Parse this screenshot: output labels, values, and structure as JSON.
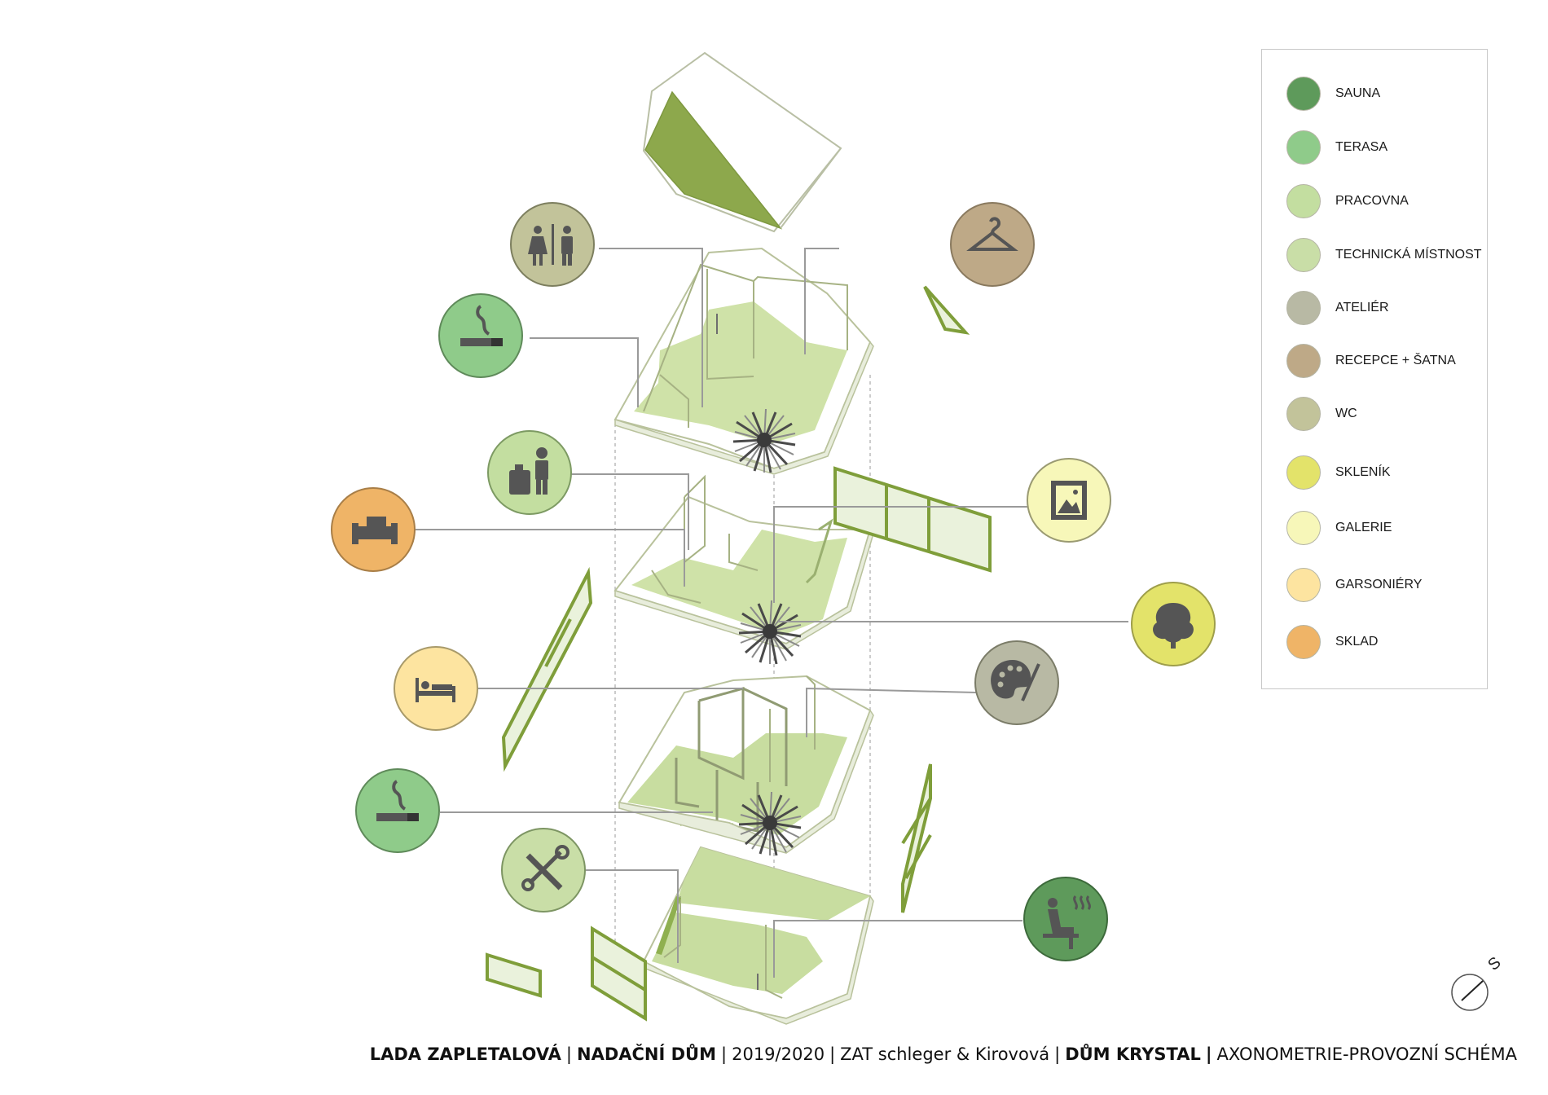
{
  "legend": {
    "items": [
      {
        "label": "SAUNA",
        "color": "#5e9a5b",
        "icon": "sauna-icon"
      },
      {
        "label": "TERASA",
        "color": "#8fcb8a",
        "icon": "cigarette-icon"
      },
      {
        "label": "PRACOVNA",
        "color": "#c3dea0",
        "icon": "office-worker-icon"
      },
      {
        "label": "TECHNICKÁ MÍSTNOST",
        "color": "#c9dea7",
        "icon": "tools-icon"
      },
      {
        "label": "ATELIÉR",
        "color": "#b8b9a4",
        "icon": "palette-icon"
      },
      {
        "label": "RECEPCE + ŠATNA",
        "color": "#bea987",
        "icon": "hanger-icon"
      },
      {
        "label": "WC",
        "color": "#c2c39a",
        "icon": "toilet-icon"
      },
      {
        "label": "SKLENÍK",
        "color": "#e3e36a",
        "icon": "tree-icon"
      },
      {
        "label": "GALERIE",
        "color": "#f7f7b9",
        "icon": "picture-icon"
      },
      {
        "label": "GARSONIÉRY",
        "color": "#fde4a0",
        "icon": "bed-icon"
      },
      {
        "label": "SKLAD",
        "color": "#efb467",
        "icon": "sofa-icon"
      }
    ]
  },
  "footer": {
    "author": "LADA ZAPLETALOVÁ",
    "project": "NADAČNÍ DŮM",
    "year": "2019/2020",
    "studio": "ZAT schleger & Kirovová",
    "building": "DŮM KRYSTAL",
    "sheet": "AXONOMETRIE-PROVOZNÍ SCHÉMA",
    "separator": "|"
  },
  "compass": {
    "letter": "S"
  },
  "colors": {
    "floor_green": "#c8dda0",
    "roof_green": "#8da84c",
    "wall_stroke": "#a8b588",
    "frame_green": "#7f9e3a",
    "leader": "#999999"
  }
}
